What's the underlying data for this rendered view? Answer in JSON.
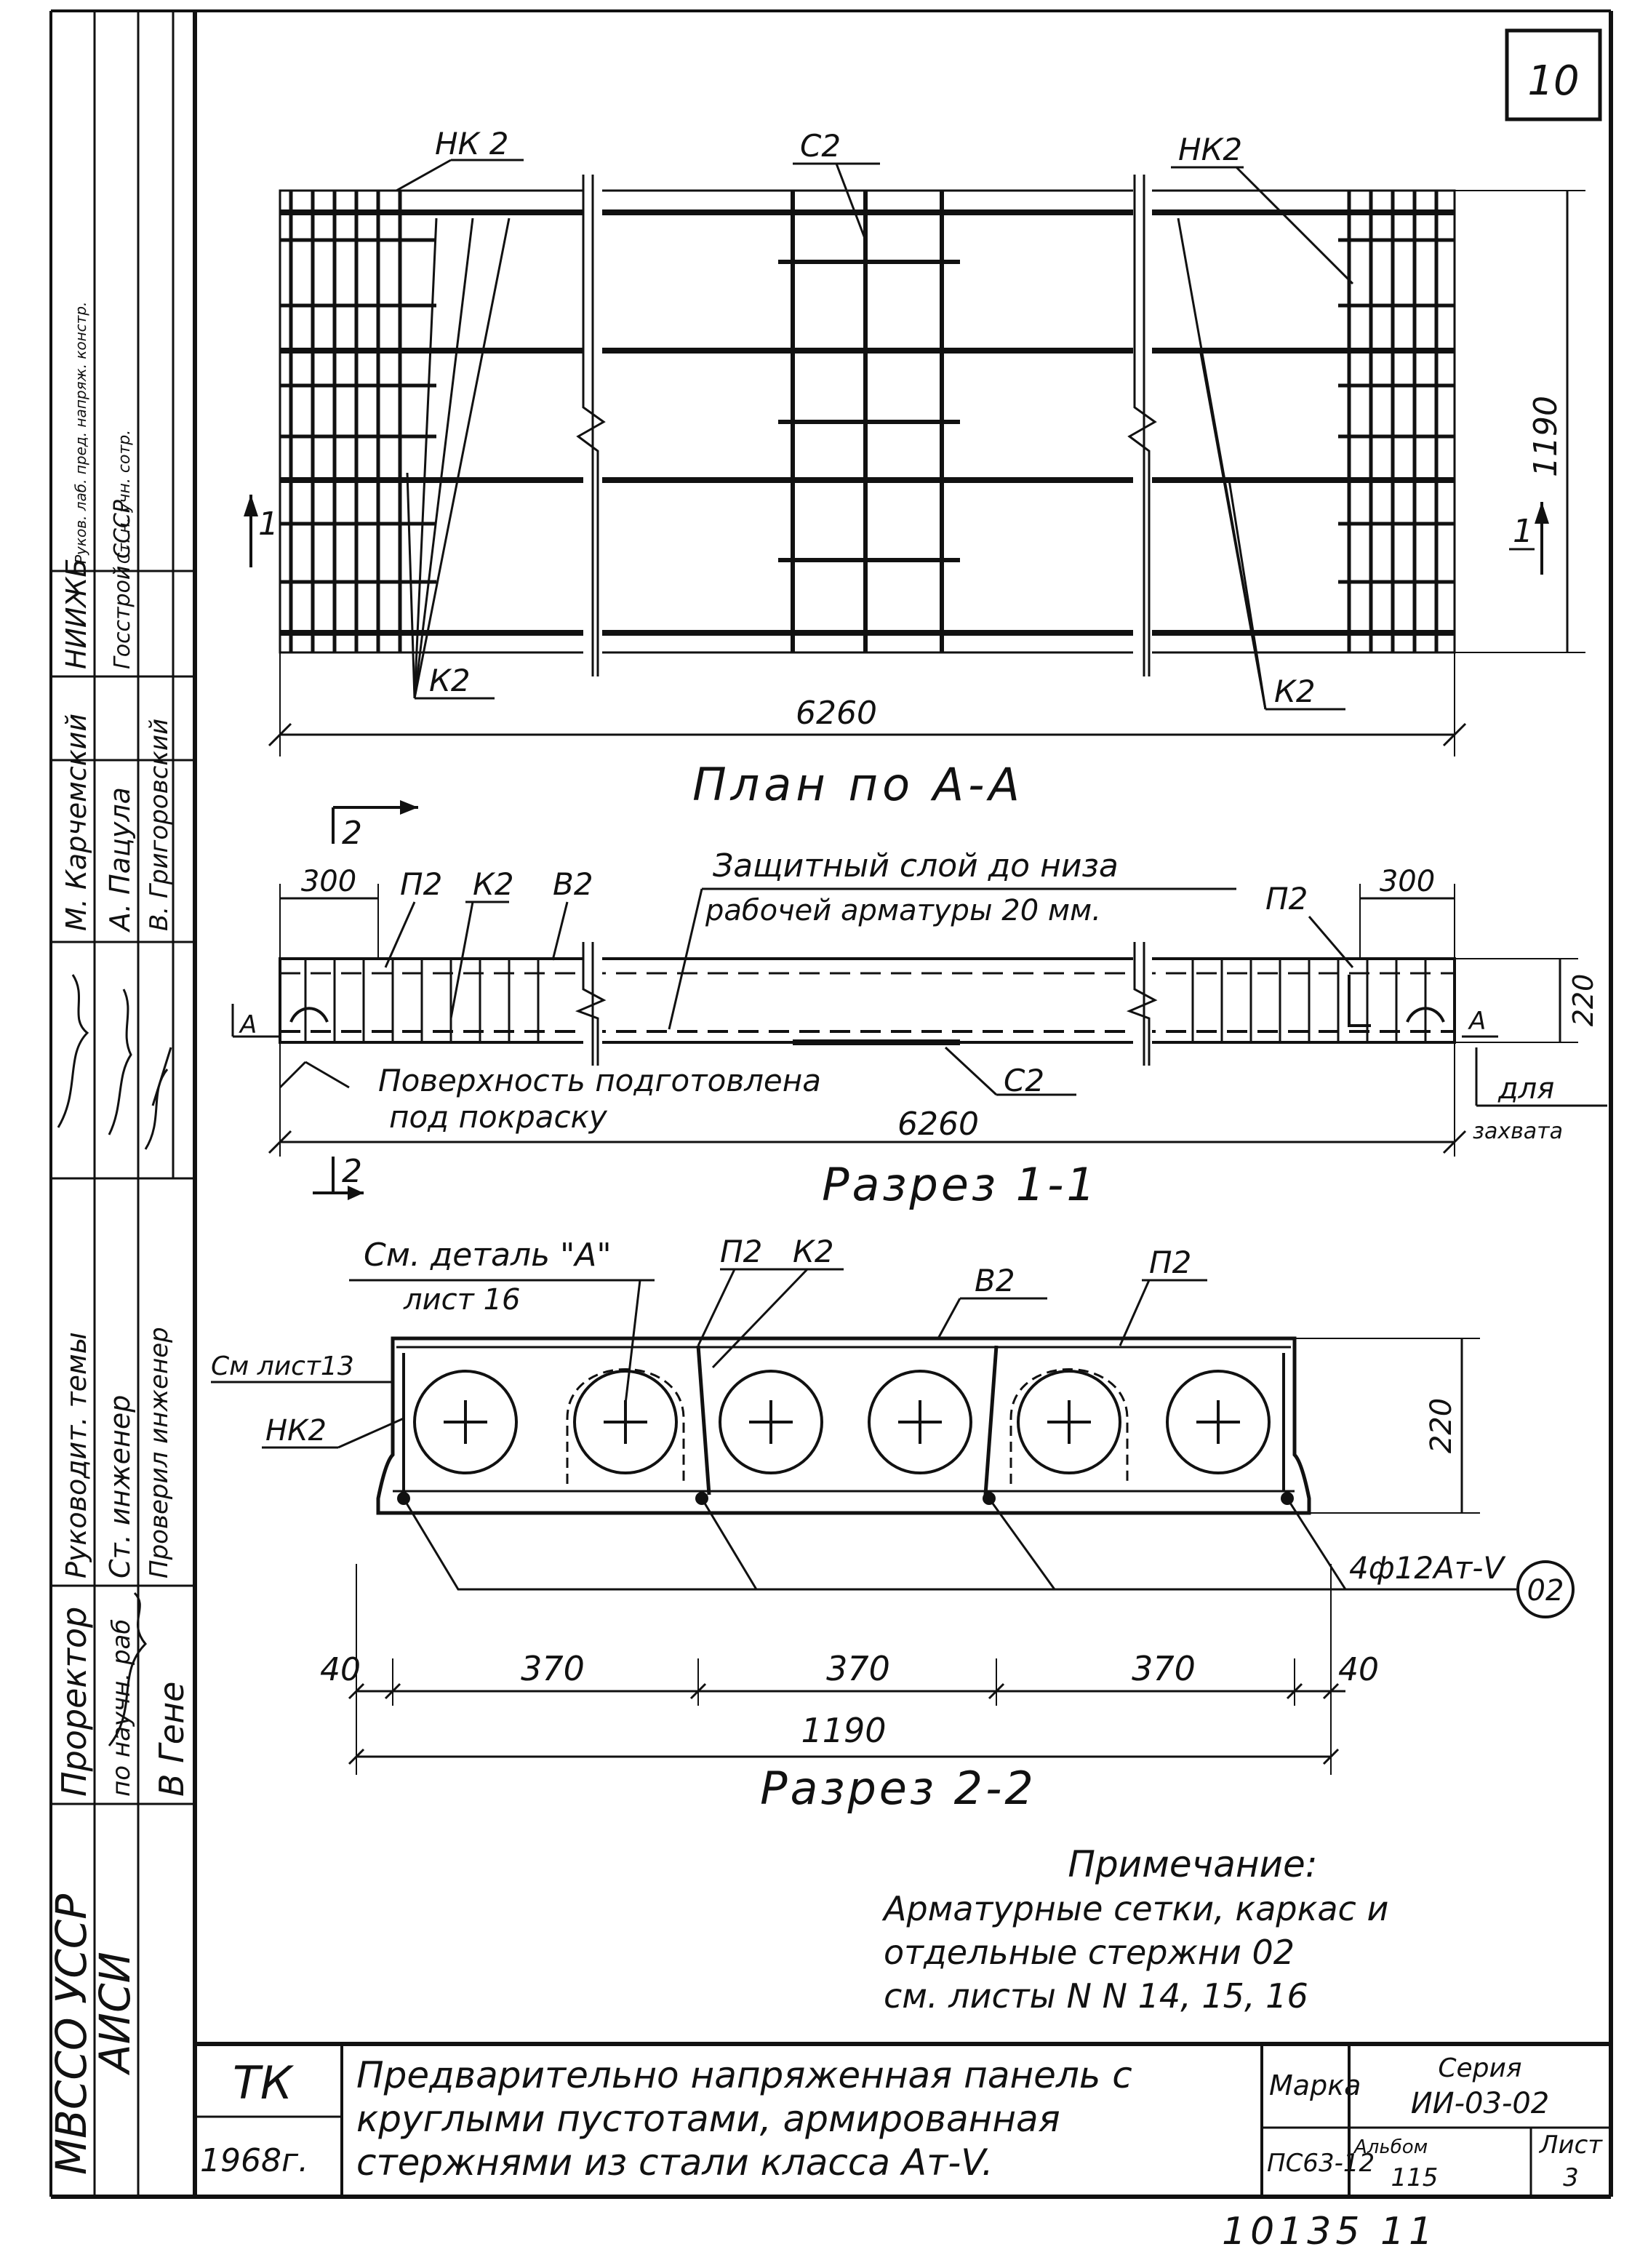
{
  "sheet_number": "10",
  "plan": {
    "title": "План по А-А",
    "label_nk2_left": "НК 2",
    "label_c2": "С2",
    "label_nk2_right": "НК2",
    "label_k2_left": "К2",
    "label_k2_right": "К2",
    "length": "6260",
    "width": "1190",
    "section_mark_left": "1",
    "section_mark_right": "1"
  },
  "section11": {
    "title": "Разрез 1-1",
    "mark_top": "2",
    "mark_bottom": "2",
    "dim_left": "300",
    "dim_right": "300",
    "label_p2_left": "П2",
    "label_k2": "К2",
    "label_v2": "В2",
    "label_p2_right": "П2",
    "note_line1": "Защитный слой до низа",
    "note_line2": "рабочей арматуры 20 мм.",
    "height": "220",
    "mark_a_left": "А",
    "mark_a_right": "А",
    "surface_line1": "Поверхность подготовлена",
    "surface_line2": "под покраску",
    "label_c2": "С2",
    "grip_line1": "для",
    "grip_line2": "захвата",
    "length": "6260"
  },
  "section22": {
    "title": "Разрез 2-2",
    "detail_ref_line1": "См. деталь \"А\"",
    "detail_ref_line2": "лист 16",
    "label_p2_a": "П2",
    "label_k2": "К2",
    "label_v2": "В2",
    "label_p2_b": "П2",
    "sheet_ref": "См лист13",
    "label_nk2": "НК2",
    "height": "220",
    "bars": "4ф12Ат-V",
    "bars_mark": "02",
    "dim_edge_left": "40",
    "dim_bay_1": "370",
    "dim_bay_2": "370",
    "dim_bay_3": "370",
    "dim_edge_right": "40",
    "width": "1190"
  },
  "notes": {
    "title": "Примечание:",
    "line1": "Арматурные сетки, каркас и",
    "line2": "отдельные стержни 02",
    "line3": "см. листы N N 14, 15, 16"
  },
  "stamp": {
    "org_code": "ТК",
    "year": "1968г.",
    "title_line1": "Предварительно напряженная панель с",
    "title_line2": "круглыми пустотами, армированная",
    "title_line3": "стержнями из стали класса Ат-V.",
    "brand_label": "Марка",
    "brand_value": "ПС63-12",
    "series_label": "Серия",
    "series_value": "ИИ-03-02",
    "album_label": "Альбом",
    "album_value": "115",
    "sheet_label": "Лист",
    "sheet_value": "3"
  },
  "side_block": {
    "org_line1": "МВССО УССР",
    "org_line2": "АИСИ",
    "role_prorector": "Проректор",
    "role_prorector_sub": "по научн. раб",
    "name_prorector": "В Гене",
    "role_head": "Руководит. темы",
    "role_engineer": "Ст. инженер",
    "role_checked": "Проверил инженер",
    "name_head": "М. Карчемский",
    "name_engineer": "А. Пацула",
    "name_checked": "В. Григоровский",
    "org_niizhb": "НИИЖБ",
    "org_gosstroy": "Госстрой СССР",
    "role_lab_head": "Руков. лаб. пред. напряж. констр.",
    "role_senior": "Ст. н. учн. сотр."
  },
  "footer_number": "10135 11"
}
